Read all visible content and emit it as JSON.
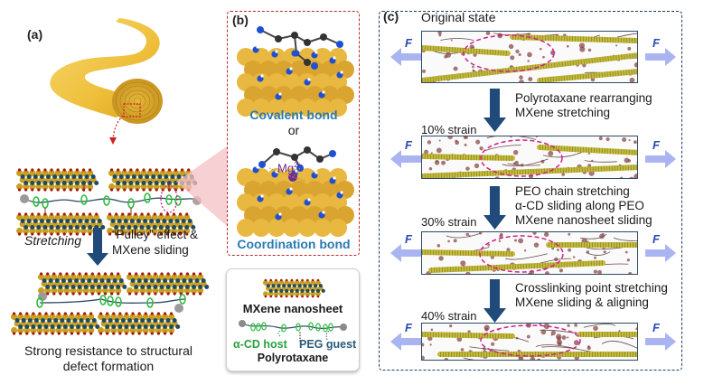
{
  "panel_a": {
    "label": "(a)",
    "stretching_label": "Stretching",
    "mechanism_line1": "“Pulley” effect &",
    "mechanism_line2": "MXene sliding",
    "caption_line1": "Strong resistance to structural",
    "caption_line2": "defect formation"
  },
  "panel_b": {
    "label": "(b)",
    "covalent_label": "Covalent bond",
    "or_label": "or",
    "ion_label": "Mg",
    "ion_charge": "2+",
    "coordination_label": "Coordination bond"
  },
  "legend": {
    "mxene_label": "MXene nanosheet",
    "host_label": "α-CD host",
    "guest_label": "PEG guest",
    "polyrotaxane_label": "Polyrotaxane"
  },
  "panel_c": {
    "label": "(c)",
    "force_symbol": "F",
    "states": [
      {
        "title": "Original state"
      },
      {
        "title": "10% strain"
      },
      {
        "title": "30% strain"
      },
      {
        "title": "40% strain"
      }
    ],
    "transitions": [
      {
        "lines": [
          "Polyrotaxane rearranging",
          "MXene stretching"
        ]
      },
      {
        "lines": [
          "PEO chain stretching",
          "α-CD sliding along PEO",
          "MXene nanosheet sliding"
        ]
      },
      {
        "lines": [
          "Crosslinking point stretching",
          "MXene sliding & aligning"
        ]
      }
    ]
  },
  "colors": {
    "fiber_gold": "#f0c040",
    "mxene_gold": "#c9a020",
    "mxene_dark": "#1f4a66",
    "mxene_red": "#a01818",
    "cd_ring_green": "#2fbf3f",
    "peg_chain": "#2f4a6a",
    "arrow_blue": "#1f4a7a",
    "force_arrow": "#a9b4f0",
    "highlight_magenta": "#d0208a",
    "bond_label_blue": "#2a7ab0",
    "mg_purple": "#6a2a9a"
  }
}
